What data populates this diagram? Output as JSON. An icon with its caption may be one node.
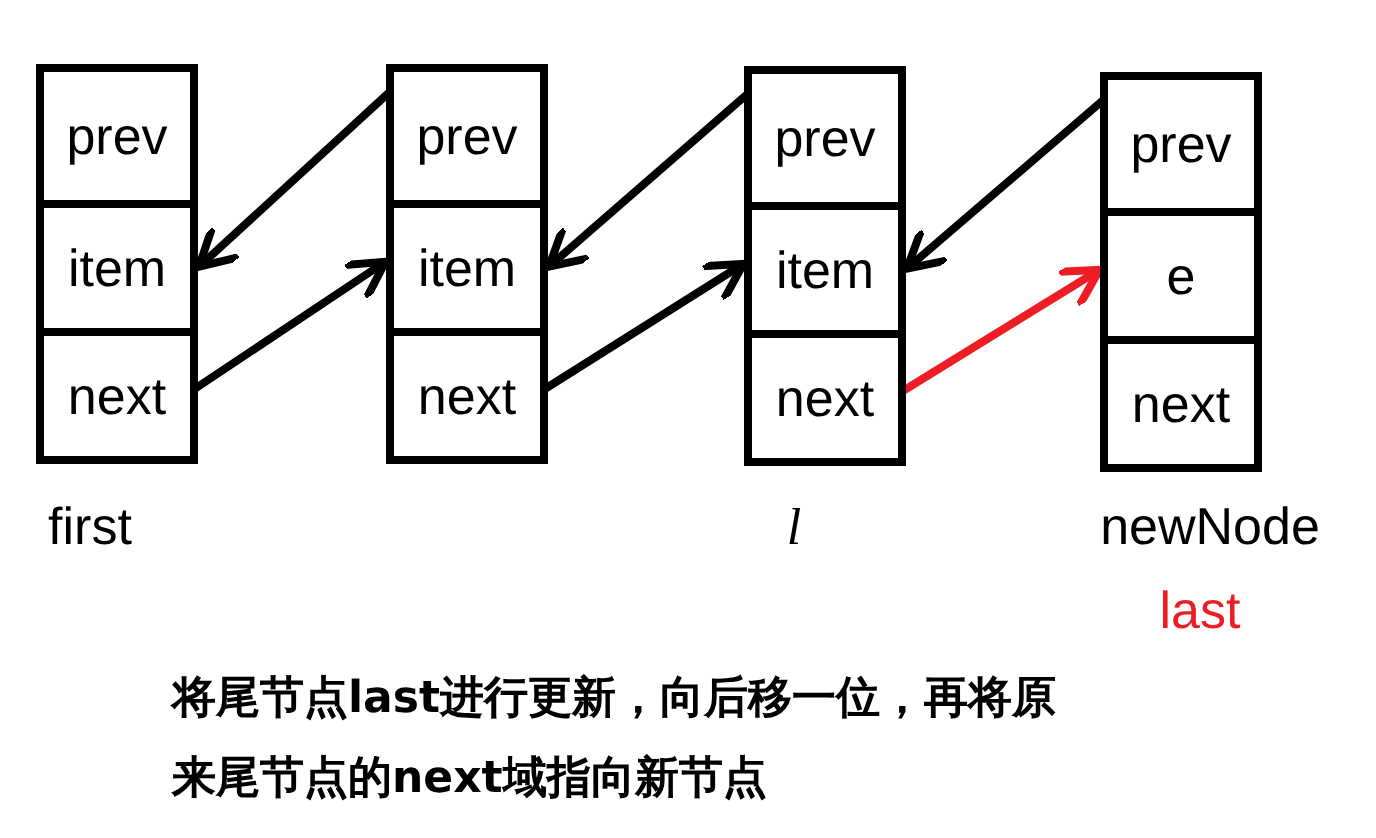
{
  "diagram": {
    "caption": "将尾节点last进行更新，向后移一位，再将原来尾节点的next域指向新节点",
    "nodes": [
      {
        "text": [],
        "shape": "box",
        "beside": [
          "first"
        ]
      },
      {
        "text": [
          "prev"
        ],
        "in": 0
      },
      {
        "text": [
          "item"
        ],
        "in": 0
      },
      {
        "text": [
          "next"
        ],
        "in": 0
      },
      {
        "text": [],
        "shape": "box"
      },
      {
        "text": [
          "prev"
        ],
        "in": 4
      },
      {
        "text": [
          "item"
        ],
        "in": 4
      },
      {
        "text": [
          "next"
        ],
        "in": 4
      },
      {
        "text": [],
        "shape": "box",
        "beside": [
          "l"
        ]
      },
      {
        "text": [
          "prev"
        ],
        "in": 8
      },
      {
        "text": [
          "item"
        ],
        "in": 8
      },
      {
        "text": [
          "next"
        ],
        "in": 8
      },
      {
        "text": [],
        "shape": "box",
        "beside": [
          "newNode"
        ]
      },
      {
        "text": [
          "prev"
        ],
        "in": 12
      },
      {
        "text": [
          "e"
        ],
        "in": 12
      },
      {
        "text": [
          "next"
        ],
        "in": 12
      }
    ],
    "edges": [
      {
        "from": 5,
        "to": 2,
        "arrow": "to"
      },
      {
        "from": 3,
        "to": 6,
        "arrow": "to"
      },
      {
        "from": 9,
        "to": 6,
        "arrow": "to"
      },
      {
        "from": 7,
        "to": 10,
        "arrow": "to"
      },
      {
        "from": 13,
        "to": 10,
        "arrow": "to"
      },
      {
        "from": 11,
        "to": 14,
        "arrow": "to",
        "color": "#ee1c24"
      }
    ],
    "labels": [
      "last"
    ]
  }
}
